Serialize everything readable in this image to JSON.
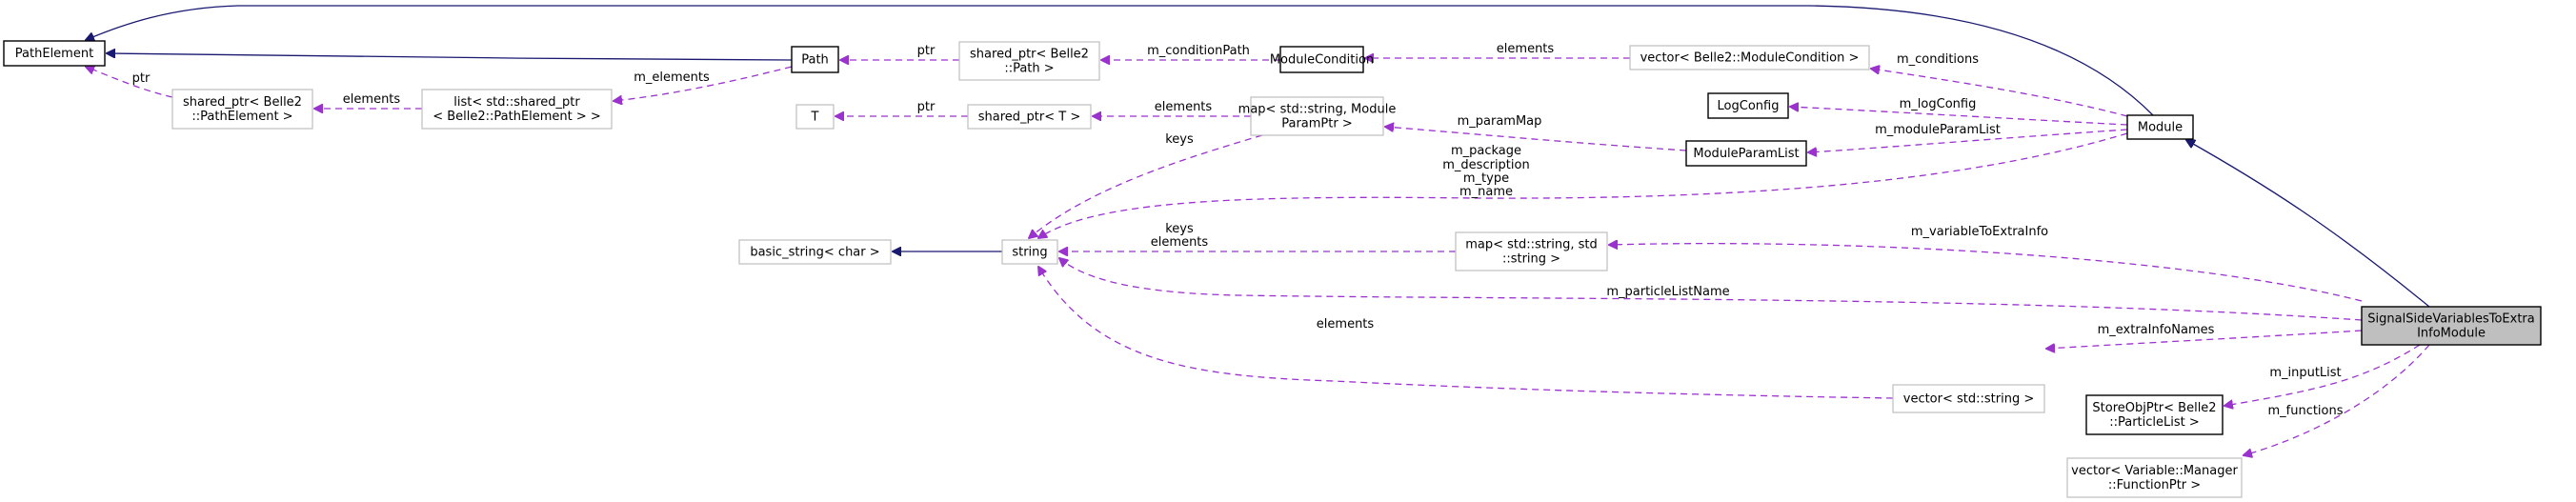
{
  "diagram": {
    "title": "SignalSideVariablesToExtraInfoModule collaboration diagram",
    "colors": {
      "inheritance_edge": "#191970",
      "usage_edge": "#9a32cd",
      "focus_fill": "#bfbfbf",
      "solid_border": "#000000",
      "faint_border": "#bfbfbf"
    },
    "nodes": {
      "PathElement": {
        "lines": [
          "PathElement"
        ],
        "style": "solid"
      },
      "sp_PathElement": {
        "lines": [
          "shared_ptr< Belle2",
          "::PathElement >"
        ],
        "style": "faint"
      },
      "list_sp": {
        "lines": [
          "list< std::shared_ptr",
          "< Belle2::PathElement > >"
        ],
        "style": "faint"
      },
      "Path": {
        "lines": [
          "Path"
        ],
        "style": "solid"
      },
      "sp_Path": {
        "lines": [
          "shared_ptr< Belle2",
          "::Path >"
        ],
        "style": "faint"
      },
      "ModuleCondition": {
        "lines": [
          "ModuleCondition"
        ],
        "style": "solid"
      },
      "vec_ModuleCondition": {
        "lines": [
          "vector< Belle2::ModuleCondition >"
        ],
        "style": "faint"
      },
      "T": {
        "lines": [
          "T"
        ],
        "style": "faint"
      },
      "sp_T": {
        "lines": [
          "shared_ptr< T >"
        ],
        "style": "faint"
      },
      "map_param": {
        "lines": [
          "map< std::string, Module",
          "ParamPtr >"
        ],
        "style": "faint"
      },
      "LogConfig": {
        "lines": [
          "LogConfig"
        ],
        "style": "solid"
      },
      "ModuleParamList": {
        "lines": [
          "ModuleParamList"
        ],
        "style": "solid"
      },
      "Module": {
        "lines": [
          "Module"
        ],
        "style": "solid"
      },
      "basic_string": {
        "lines": [
          "basic_string< char >"
        ],
        "style": "faint"
      },
      "string": {
        "lines": [
          "string"
        ],
        "style": "faint"
      },
      "map_string": {
        "lines": [
          "map< std::string, std",
          "::string >"
        ],
        "style": "faint"
      },
      "vec_string": {
        "lines": [
          "vector< std::string >"
        ],
        "style": "faint"
      },
      "SignalSide": {
        "lines": [
          "SignalSideVariablesToExtra",
          "InfoModule"
        ],
        "style": "focus"
      },
      "StoreObjPtr": {
        "lines": [
          "StoreObjPtr< Belle2",
          "::ParticleList >"
        ],
        "style": "solid"
      },
      "vec_func": {
        "lines": [
          "vector< Variable::Manager",
          "::FunctionPtr >"
        ],
        "style": "faint"
      }
    },
    "edges": [
      {
        "from": "Path",
        "to": "PathElement",
        "kind": "inheritance",
        "label": []
      },
      {
        "from": "Module",
        "to": "PathElement",
        "kind": "inheritance",
        "label": []
      },
      {
        "from": "string",
        "to": "basic_string",
        "kind": "inheritance",
        "label": []
      },
      {
        "from": "SignalSide",
        "to": "Module",
        "kind": "inheritance",
        "label": []
      },
      {
        "from": "sp_PathElement",
        "to": "PathElement",
        "kind": "usage",
        "label": [
          "ptr"
        ]
      },
      {
        "from": "list_sp",
        "to": "sp_PathElement",
        "kind": "usage",
        "label": [
          "elements"
        ]
      },
      {
        "from": "Path",
        "to": "list_sp",
        "kind": "usage",
        "label": [
          "m_elements"
        ]
      },
      {
        "from": "sp_Path",
        "to": "Path",
        "kind": "usage",
        "label": [
          "ptr"
        ]
      },
      {
        "from": "ModuleCondition",
        "to": "sp_Path",
        "kind": "usage",
        "label": [
          "m_conditionPath"
        ]
      },
      {
        "from": "vec_ModuleCondition",
        "to": "ModuleCondition",
        "kind": "usage",
        "label": [
          "elements"
        ]
      },
      {
        "from": "Module",
        "to": "vec_ModuleCondition",
        "kind": "usage",
        "label": [
          "m_conditions"
        ]
      },
      {
        "from": "sp_T",
        "to": "T",
        "kind": "usage",
        "label": [
          "ptr"
        ]
      },
      {
        "from": "map_param",
        "to": "sp_T",
        "kind": "usage",
        "label": [
          "elements"
        ]
      },
      {
        "from": "map_param",
        "to": "string",
        "kind": "usage",
        "label": [
          "keys"
        ]
      },
      {
        "from": "ModuleParamList",
        "to": "map_param",
        "kind": "usage",
        "label": [
          "m_paramMap"
        ]
      },
      {
        "from": "Module",
        "to": "LogConfig",
        "kind": "usage",
        "label": [
          "m_logConfig"
        ]
      },
      {
        "from": "Module",
        "to": "ModuleParamList",
        "kind": "usage",
        "label": [
          "m_moduleParamList"
        ]
      },
      {
        "from": "Module",
        "to": "string",
        "kind": "usage",
        "label": [
          "m_package",
          "m_description",
          "m_type",
          "m_name"
        ]
      },
      {
        "from": "map_string",
        "to": "string",
        "kind": "usage",
        "label": [
          "keys",
          "elements"
        ]
      },
      {
        "from": "SignalSide",
        "to": "map_string",
        "kind": "usage",
        "label": [
          "m_variableToExtraInfo"
        ]
      },
      {
        "from": "SignalSide",
        "to": "string",
        "kind": "usage",
        "label": [
          "m_particleListName"
        ]
      },
      {
        "from": "vec_string",
        "to": "string",
        "kind": "usage",
        "label": [
          "elements"
        ]
      },
      {
        "from": "SignalSide",
        "to": "vec_string",
        "kind": "usage",
        "label": [
          "m_extraInfoNames"
        ]
      },
      {
        "from": "SignalSide",
        "to": "StoreObjPtr",
        "kind": "usage",
        "label": [
          "m_inputList"
        ]
      },
      {
        "from": "SignalSide",
        "to": "vec_func",
        "kind": "usage",
        "label": [
          "m_functions"
        ]
      }
    ]
  }
}
